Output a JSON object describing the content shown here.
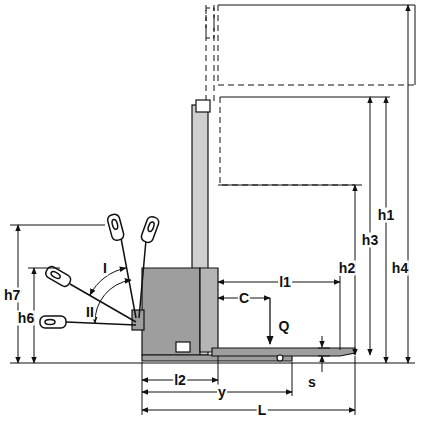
{
  "diagram": {
    "labels": [
      "h4",
      "h1",
      "h3",
      "h2",
      "h7",
      "I",
      "h6",
      "II",
      "l1",
      "C",
      "Q",
      "s",
      "l2",
      "y",
      "L"
    ]
  }
}
